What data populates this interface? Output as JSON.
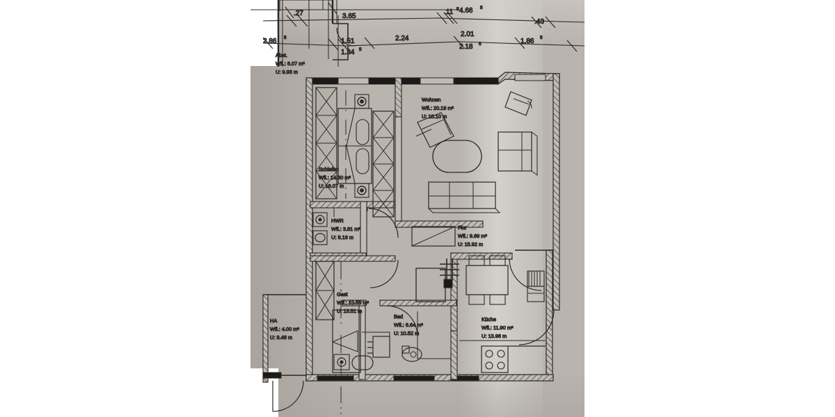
{
  "document": {
    "type": "architectural-floor-plan",
    "language": "de",
    "medium": "photograph-of-printed-plan",
    "area_unit": "m²",
    "length_unit": "m",
    "label_prefix_area": "Wfl.:",
    "label_prefix_perimeter": "U:"
  },
  "rooms": [
    {
      "id": "abst",
      "name": "Abst.",
      "area": "Wfl.: 6.07 m²",
      "perimeter": "U: 9.93 m",
      "area_value": 6.07,
      "perimeter_value": 9.93
    },
    {
      "id": "schlafen",
      "name": "Schlafen",
      "area": "Wfl.: 14.50 m²",
      "perimeter": "U: 16.07 m",
      "area_value": 14.5,
      "perimeter_value": 16.07
    },
    {
      "id": "wohnen",
      "name": "Wohnen",
      "area": "Wfl.: 20.19 m²",
      "perimeter": "U: 18.10 m",
      "area_value": 20.19,
      "perimeter_value": 18.1
    },
    {
      "id": "hwr",
      "name": "HWR",
      "area": "Wfl.: 3.81 m²",
      "perimeter": "U: 8.16 m",
      "area_value": 3.81,
      "perimeter_value": 8.16
    },
    {
      "id": "flur",
      "name": "Flur",
      "area": "Wfl.: 9.69 m²",
      "perimeter": "U: 15.92 m",
      "area_value": 9.69,
      "perimeter_value": 15.92
    },
    {
      "id": "gast",
      "name": "Gast",
      "area": "Wfl.: 10.55 m²",
      "perimeter": "U: 13.51 m",
      "area_value": 10.55,
      "perimeter_value": 13.51
    },
    {
      "id": "bad",
      "name": "Bad",
      "area": "Wfl.: 6.64 m²",
      "perimeter": "U: 10.52 m",
      "area_value": 6.64,
      "perimeter_value": 10.52
    },
    {
      "id": "kueche",
      "name": "Küche",
      "area": "Wfl.: 11.90 m²",
      "perimeter": "U: 13.96 m",
      "area_value": 11.9,
      "perimeter_value": 13.96
    },
    {
      "id": "ha",
      "name": "HA",
      "area": "Wfl.: 4.00 m²",
      "perimeter": "U: 8.48 m",
      "area_value": 4.0,
      "perimeter_value": 8.48
    }
  ],
  "dimensions": {
    "top_chain": [
      {
        "id": "d-0-27",
        "main": ".27",
        "sup": ""
      },
      {
        "id": "d-3-65",
        "main": "3.65",
        "sup": ""
      },
      {
        "id": "d-0-11",
        "main": ".11",
        "sup": "5"
      },
      {
        "id": "d-4-66",
        "main": "4.66",
        "sup": "5"
      },
      {
        "id": "d-0-43",
        "main": ".43",
        "sup": ""
      }
    ],
    "bottom_chain": [
      {
        "id": "d-2-86",
        "main": "2.86",
        "sup": "5"
      },
      {
        "id": "d-1-51",
        "main": "1.51",
        "sup": ""
      },
      {
        "id": "d-1-34",
        "main": "1.34",
        "sup": "5"
      },
      {
        "id": "d-2-24",
        "main": "2.24",
        "sup": ""
      },
      {
        "id": "d-2-01",
        "main": "2.01",
        "sup": ""
      },
      {
        "id": "d-2-18",
        "main": "2.18",
        "sup": "5"
      },
      {
        "id": "d-1-86",
        "main": "1.86",
        "sup": "5"
      }
    ]
  },
  "fixtures": [
    {
      "id": "bed",
      "name": "double-bed",
      "room": "schlafen"
    },
    {
      "id": "wardrobe-l",
      "name": "wardrobe-left",
      "room": "schlafen"
    },
    {
      "id": "wardrobe-r",
      "name": "wardrobe-right",
      "room": "schlafen"
    },
    {
      "id": "lamp-top",
      "name": "ceiling-lamp",
      "room": "schlafen"
    },
    {
      "id": "lamp-bot",
      "name": "ceiling-lamp",
      "room": "schlafen"
    },
    {
      "id": "armchair",
      "name": "armchair",
      "room": "wohnen"
    },
    {
      "id": "sideboard",
      "name": "sideboard",
      "room": "wohnen"
    },
    {
      "id": "coffeetable",
      "name": "coffee-table",
      "room": "wohnen"
    },
    {
      "id": "couch-right",
      "name": "couch",
      "room": "wohnen"
    },
    {
      "id": "sofa-bottom",
      "name": "three-seat-sofa",
      "room": "wohnen"
    },
    {
      "id": "sideboard-flur",
      "name": "sideboard",
      "room": "flur"
    },
    {
      "id": "dining-table",
      "name": "dining-table",
      "room": "kueche"
    },
    {
      "id": "chairs",
      "name": "dining-chairs",
      "room": "kueche"
    },
    {
      "id": "stove",
      "name": "stove-hob",
      "room": "kueche"
    },
    {
      "id": "counter",
      "name": "kitchen-counter",
      "room": "kueche"
    },
    {
      "id": "fridge",
      "name": "fridge",
      "room": "kueche"
    },
    {
      "id": "bathtub",
      "name": "bathtub",
      "room": "gast"
    },
    {
      "id": "sink-gast",
      "name": "wash-basin",
      "room": "gast"
    },
    {
      "id": "shower",
      "name": "shower",
      "room": "bad"
    },
    {
      "id": "wc",
      "name": "toilet",
      "room": "bad"
    },
    {
      "id": "basin-bad",
      "name": "wash-basin",
      "room": "bad"
    },
    {
      "id": "boiler",
      "name": "boiler",
      "room": "hwr"
    },
    {
      "id": "washer",
      "name": "washing-machine",
      "room": "hwr"
    },
    {
      "id": "radiator",
      "name": "radiator",
      "room": "flur"
    }
  ],
  "colors": {
    "paper": "#b9b4ae",
    "ink": "#2b2724",
    "wall_fill": "#1c1a18",
    "room_fill": "#c3bfb9"
  }
}
